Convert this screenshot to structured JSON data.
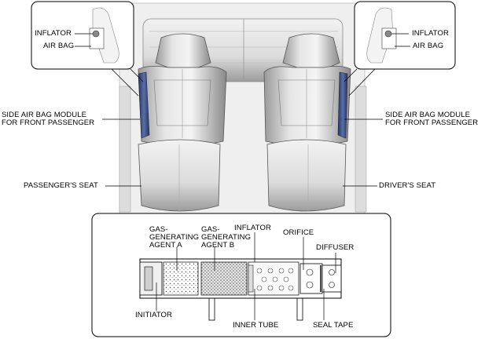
{
  "labels": {
    "inflator_left": "INFLATOR",
    "air_bag_left": "AIR BAG",
    "inflator_right": "INFLATOR",
    "air_bag_right": "AIR BAG",
    "side_module_left": "SIDE AIR BAG MODULE\nFOR FRONT PASSENGER",
    "side_module_right": "SIDE AIR BAG MODULE\nFOR FRONT PASSENGER",
    "passengers_seat": "PASSENGER'S SEAT",
    "drivers_seat": "DRIVER'S SEAT",
    "inflator_detail": "INFLATOR",
    "gas_agent_a": "GAS-\nGENERATING\nAGENT A",
    "gas_agent_b": "GAS-\nGENERATING\nAGENT B",
    "orifice": "ORIFICE",
    "diffuser": "DIFFUSER",
    "initiator": "INITIATOR",
    "inner_tube": "INNER TUBE",
    "seal_tape": "SEAL TAPE"
  },
  "colors": {
    "airbag_blue": "#3b4f86",
    "seat_gray": "#d8d8d8",
    "line": "#000000"
  }
}
